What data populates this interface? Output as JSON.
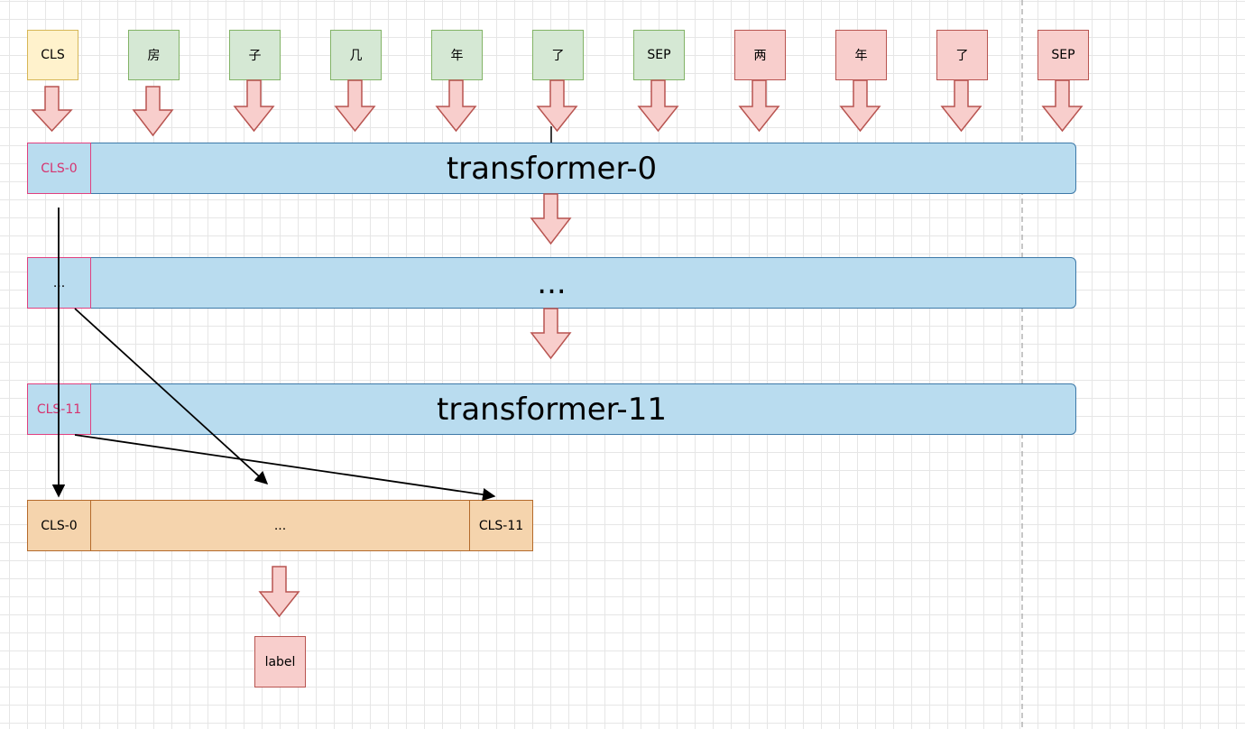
{
  "tokens": [
    "CLS",
    "房",
    "子",
    "几",
    "年",
    "了",
    "SEP",
    "两",
    "年",
    "了",
    "SEP"
  ],
  "layers": {
    "first": {
      "label": "transformer-0",
      "cls": "CLS-0"
    },
    "middle": {
      "label": "...",
      "cls": "..."
    },
    "last": {
      "label": "transformer-11",
      "cls": "CLS-11"
    }
  },
  "pool": {
    "first": "CLS-0",
    "middle": "...",
    "last": "CLS-11"
  },
  "output": {
    "label": "label"
  },
  "colors": {
    "cls_token_fill": "#fff2cc",
    "sentence_a_fill": "#d5e8d4",
    "sentence_b_fill": "#f8cecc",
    "layer_fill": "#b9dcef",
    "cls_highlight": "#e0407f",
    "pool_fill": "#f5d4ad",
    "arrow_fill": "#f8cecc",
    "arrow_stroke": "#b85450"
  }
}
